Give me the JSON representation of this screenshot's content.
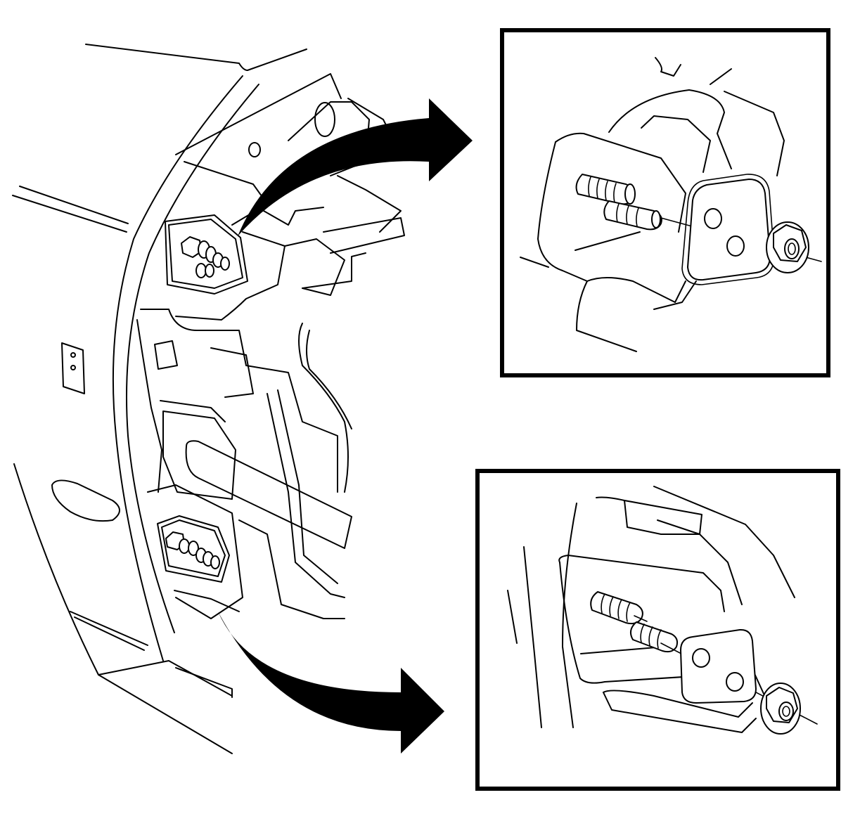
{
  "figure": {
    "callouts": [
      {
        "id": "upper-detail",
        "depicts": "upper-hinge-bolt-plate-and-nut"
      },
      {
        "id": "lower-detail",
        "depicts": "lower-hinge-bolt-plate-and-nut"
      }
    ],
    "arrows": [
      {
        "from": "upper-hinge-bolts",
        "to": "upper-detail"
      },
      {
        "from": "lower-hinge-bolts",
        "to": "lower-detail"
      }
    ],
    "colors": {
      "line": "#000000",
      "background": "#ffffff"
    }
  }
}
